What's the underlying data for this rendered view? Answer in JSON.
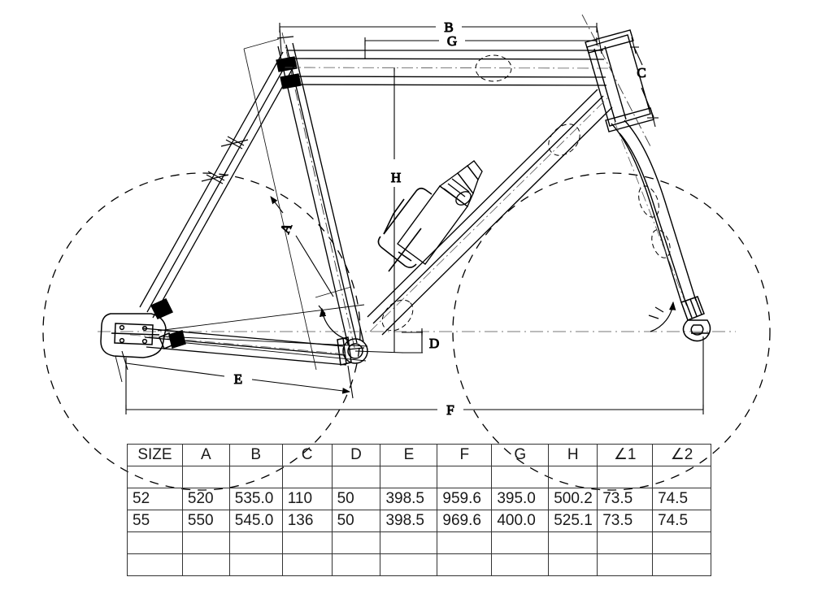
{
  "drawing": {
    "title": "Bicycle Frame Geometry Technical Drawing",
    "line_color": "#000000",
    "background": "#ffffff",
    "dimension_labels": [
      {
        "id": "B",
        "label": "B",
        "description": "top-tube-horizontal-length"
      },
      {
        "id": "G",
        "label": "G",
        "description": "top-tube-effective-length"
      },
      {
        "id": "C",
        "label": "C",
        "description": "head-tube-length"
      },
      {
        "id": "A",
        "label": "A",
        "description": "seat-tube-length"
      },
      {
        "id": "H",
        "label": "H",
        "description": "stack-height"
      },
      {
        "id": "D",
        "label": "D",
        "description": "bottom-bracket-drop"
      },
      {
        "id": "E",
        "label": "E",
        "description": "chainstay-length"
      },
      {
        "id": "F",
        "label": "F",
        "description": "wheelbase"
      }
    ]
  },
  "chart_data": {
    "type": "table",
    "title": "Frame Size Specification Table",
    "columns": [
      "SIZE",
      "A",
      "B",
      "C",
      "D",
      "E",
      "F",
      "G",
      "H",
      "∠1",
      "∠2"
    ],
    "rows": [
      [
        "",
        "",
        "",
        "",
        "",
        "",
        "",
        "",
        "",
        "",
        ""
      ],
      [
        "52",
        "520",
        "535.0",
        "110",
        "50",
        "398.5",
        "959.6",
        "395.0",
        "500.2",
        "73.5",
        "74.5"
      ],
      [
        "55",
        "550",
        "545.0",
        "136",
        "50",
        "398.5",
        "969.6",
        "400.0",
        "525.1",
        "73.5",
        "74.5"
      ],
      [
        "",
        "",
        "",
        "",
        "",
        "",
        "",
        "",
        "",
        "",
        ""
      ],
      [
        "",
        "",
        "",
        "",
        "",
        "",
        "",
        "",
        "",
        "",
        ""
      ]
    ]
  },
  "table": {
    "header": {
      "size": "SIZE",
      "a": "A",
      "b": "B",
      "c": "C",
      "d": "D",
      "e": "E",
      "f": "F",
      "g": "G",
      "h": "H",
      "angle1": "∠1",
      "angle2": "∠2"
    },
    "row_52": {
      "size": "52",
      "a": "520",
      "b": "535.0",
      "c": "110",
      "d": "50",
      "e": "398.5",
      "f": "959.6",
      "g": "395.0",
      "h": "500.2",
      "angle1": "73.5",
      "angle2": "74.5"
    },
    "row_55": {
      "size": "55",
      "a": "550",
      "b": "545.0",
      "c": "136",
      "d": "50",
      "e": "398.5",
      "f": "969.6",
      "g": "400.0",
      "h": "525.1",
      "angle1": "73.5",
      "angle2": "74.5"
    },
    "empty": {
      "cell": ""
    }
  },
  "labels": {
    "b": "B",
    "g": "G",
    "c": "C",
    "a": "A",
    "h": "H",
    "d": "D",
    "e": "E",
    "f": "F"
  }
}
